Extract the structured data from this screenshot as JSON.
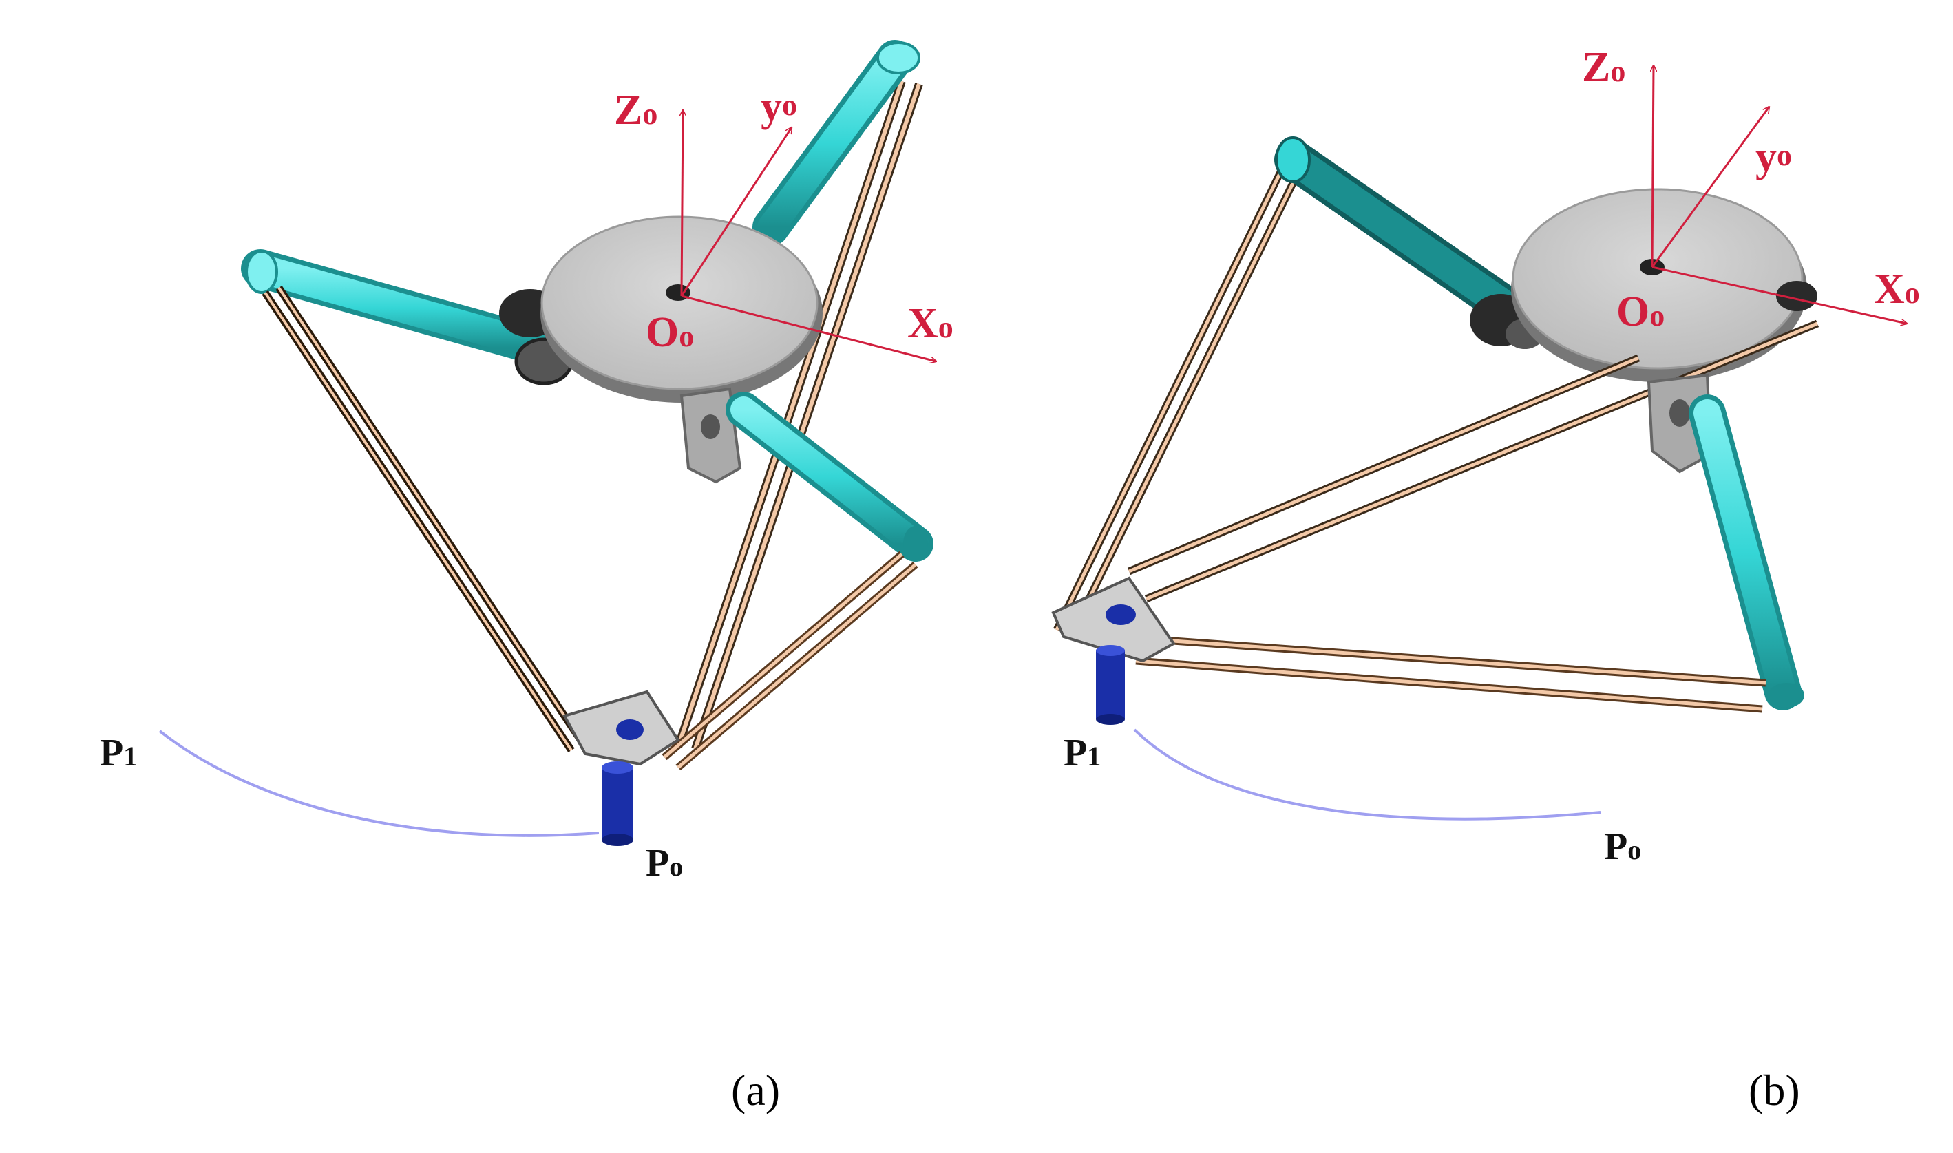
{
  "colors": {
    "axis": "#d11f3e",
    "arm": "#35d6d6",
    "arm_dark": "#1b8f8f",
    "base": "#cccccc",
    "trajectory": "#9f9ff0",
    "tool": "#1a2fa8"
  },
  "panel_a": {
    "axes": {
      "z": "Z",
      "z_sub": "o",
      "y": "y",
      "y_sub": "o",
      "x": "X",
      "x_sub": "o",
      "origin": "O",
      "origin_sub": "o"
    },
    "points": {
      "p1": "P",
      "p1_sub": "1",
      "p0": "P",
      "p0_sub": "o"
    },
    "caption": "(a)"
  },
  "panel_b": {
    "axes": {
      "z": "Z",
      "z_sub": "o",
      "y": "y",
      "y_sub": "o",
      "x": "X",
      "x_sub": "o",
      "origin": "O",
      "origin_sub": "o"
    },
    "points": {
      "p1": "P",
      "p1_sub": "1",
      "p0": "P",
      "p0_sub": "o"
    },
    "caption": "(b)"
  }
}
